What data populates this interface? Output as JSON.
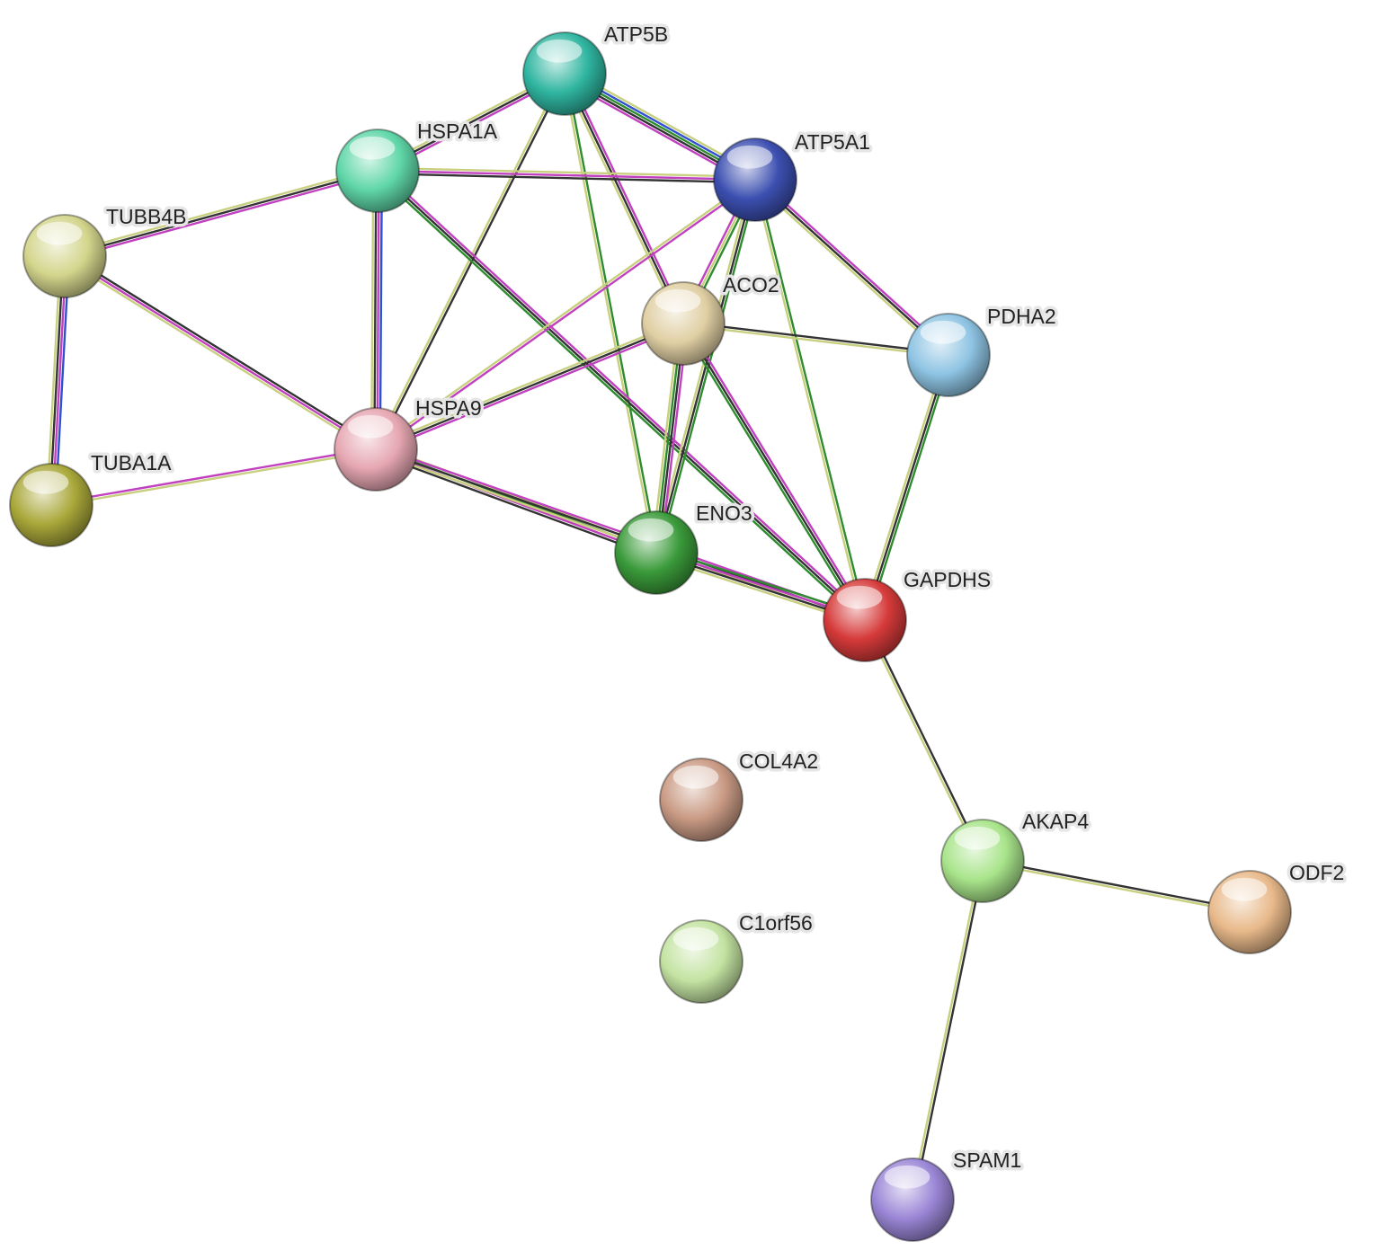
{
  "nodes": [
    {
      "id": "ATP5B",
      "label": "ATP5B",
      "color": "#2fb5a0"
    },
    {
      "id": "HSPA1A",
      "label": "HSPA1A",
      "color": "#5fd6a8"
    },
    {
      "id": "ATP5A1",
      "label": "ATP5A1",
      "color": "#3c4fb0"
    },
    {
      "id": "TUBB4B",
      "label": "TUBB4B",
      "color": "#d3d58c"
    },
    {
      "id": "ACO2",
      "label": "ACO2",
      "color": "#e0cfa3"
    },
    {
      "id": "PDHA2",
      "label": "PDHA2",
      "color": "#8ec4e3"
    },
    {
      "id": "HSPA9",
      "label": "HSPA9",
      "color": "#e6a7b2"
    },
    {
      "id": "TUBA1A",
      "label": "TUBA1A",
      "color": "#a9a83a"
    },
    {
      "id": "ENO3",
      "label": "ENO3",
      "color": "#3a9a3a"
    },
    {
      "id": "GAPDHS",
      "label": "GAPDHS",
      "color": "#d63a3a"
    },
    {
      "id": "COL4A2",
      "label": "COL4A2",
      "color": "#c99a84"
    },
    {
      "id": "AKAP4",
      "label": "AKAP4",
      "color": "#a8e48a"
    },
    {
      "id": "C1orf56",
      "label": "C1orf56",
      "color": "#c4e3a2"
    },
    {
      "id": "ODF2",
      "label": "ODF2",
      "color": "#e8b98a"
    },
    {
      "id": "SPAM1",
      "label": "SPAM1",
      "color": "#9a86d6"
    }
  ],
  "edges": [
    {
      "source": "ATP5B",
      "target": "ATP5A1",
      "evidence": [
        "#c8d080",
        "#3050d0",
        "#2e8b2e",
        "#333333",
        "#c040c0"
      ]
    },
    {
      "source": "ATP5B",
      "target": "HSPA1A",
      "evidence": [
        "#c040c0",
        "#333333",
        "#c8d080"
      ]
    },
    {
      "source": "ATP5B",
      "target": "HSPA9",
      "evidence": [
        "#333333",
        "#c8d080"
      ]
    },
    {
      "source": "ATP5B",
      "target": "ACO2",
      "evidence": [
        "#c040c0",
        "#333333",
        "#c8d080"
      ]
    },
    {
      "source": "ATP5B",
      "target": "ENO3",
      "evidence": [
        "#2e8b2e",
        "#c8d080"
      ]
    },
    {
      "source": "HSPA1A",
      "target": "ATP5A1",
      "evidence": [
        "#c8d080",
        "#c040c0",
        "#333333"
      ]
    },
    {
      "source": "HSPA1A",
      "target": "TUBB4B",
      "evidence": [
        "#c040c0",
        "#333333",
        "#c8d080"
      ]
    },
    {
      "source": "HSPA1A",
      "target": "HSPA9",
      "evidence": [
        "#3050d0",
        "#c040c0",
        "#333333",
        "#c8d080"
      ]
    },
    {
      "source": "HSPA1A",
      "target": "GAPDHS",
      "evidence": [
        "#c040c0",
        "#333333",
        "#2e8b2e"
      ]
    },
    {
      "source": "ATP5A1",
      "target": "HSPA9",
      "evidence": [
        "#c040c0",
        "#c8d080"
      ]
    },
    {
      "source": "ATP5A1",
      "target": "ACO2",
      "evidence": [
        "#2e8b2e",
        "#c8d080",
        "#c040c0"
      ]
    },
    {
      "source": "ATP5A1",
      "target": "PDHA2",
      "evidence": [
        "#c040c0",
        "#333333",
        "#c8d080"
      ]
    },
    {
      "source": "ATP5A1",
      "target": "ENO3",
      "evidence": [
        "#2e8b2e",
        "#333333",
        "#c8d080"
      ]
    },
    {
      "source": "ATP5A1",
      "target": "GAPDHS",
      "evidence": [
        "#2e8b2e",
        "#c8d080"
      ]
    },
    {
      "source": "TUBB4B",
      "target": "TUBA1A",
      "evidence": [
        "#3050d0",
        "#c040c0",
        "#333333",
        "#c8d080"
      ]
    },
    {
      "source": "TUBB4B",
      "target": "HSPA9",
      "evidence": [
        "#333333",
        "#c040c0",
        "#c8d080"
      ]
    },
    {
      "source": "TUBA1A",
      "target": "HSPA9",
      "evidence": [
        "#c040c0",
        "#c8d080"
      ]
    },
    {
      "source": "ACO2",
      "target": "HSPA9",
      "evidence": [
        "#c040c0",
        "#333333",
        "#c8d080"
      ]
    },
    {
      "source": "ACO2",
      "target": "PDHA2",
      "evidence": [
        "#333333",
        "#c8d080"
      ]
    },
    {
      "source": "ACO2",
      "target": "ENO3",
      "evidence": [
        "#c040c0",
        "#333333",
        "#2e8b2e",
        "#c8d080"
      ]
    },
    {
      "source": "ACO2",
      "target": "GAPDHS",
      "evidence": [
        "#c040c0",
        "#333333",
        "#2e8b2e"
      ]
    },
    {
      "source": "PDHA2",
      "target": "GAPDHS",
      "evidence": [
        "#2e8b2e",
        "#333333",
        "#c8d080"
      ]
    },
    {
      "source": "HSPA9",
      "target": "ENO3",
      "evidence": [
        "#c8d080",
        "#2e8b2e",
        "#c040c0",
        "#333333"
      ]
    },
    {
      "source": "HSPA9",
      "target": "GAPDHS",
      "evidence": [
        "#c040c0",
        "#333333",
        "#c8d080"
      ]
    },
    {
      "source": "ENO3",
      "target": "GAPDHS",
      "evidence": [
        "#2e8b2e",
        "#c040c0",
        "#333333",
        "#c8d080"
      ]
    },
    {
      "source": "GAPDHS",
      "target": "AKAP4",
      "evidence": [
        "#333333",
        "#c8d080"
      ]
    },
    {
      "source": "AKAP4",
      "target": "ODF2",
      "evidence": [
        "#333333",
        "#c8d080"
      ]
    },
    {
      "source": "AKAP4",
      "target": "SPAM1",
      "evidence": [
        "#333333",
        "#c8d080"
      ]
    }
  ]
}
